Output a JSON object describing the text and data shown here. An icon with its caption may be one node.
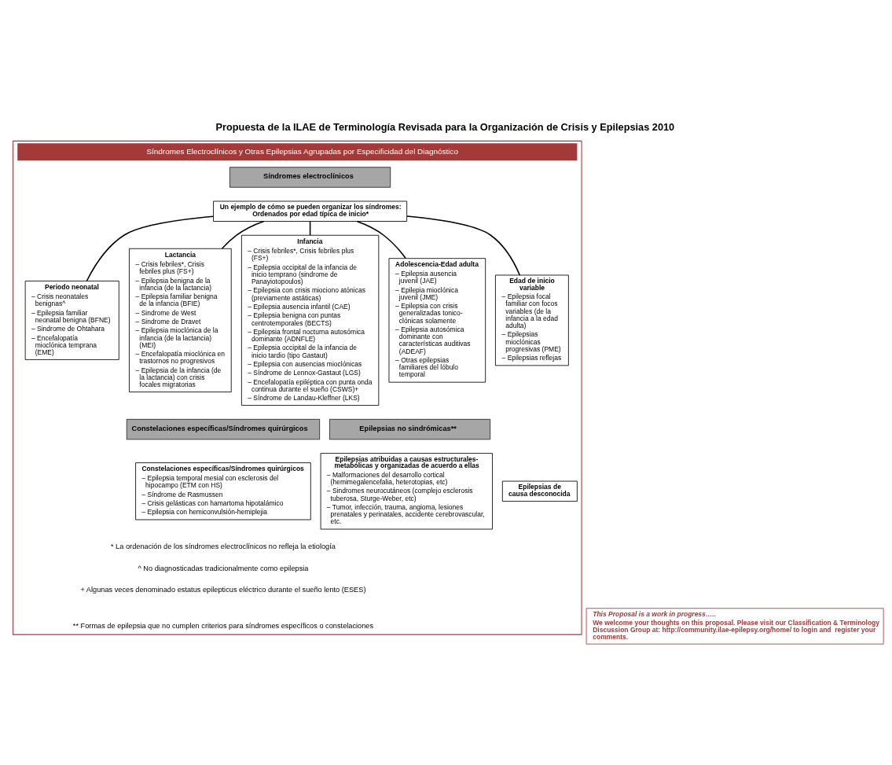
{
  "diagram": {
    "title": "Propuesta de la ILAE de Terminología Revisada para la Organización de Crisis y Epilepsias 2010",
    "nodes": [
      {
        "text": [
          "Síndromes Electroclínicos y Otras Epilepsias Agrupadas por Especificidad del Diagnóstico"
        ]
      },
      {
        "text": [
          "Síndromes electroclínicos"
        ],
        "in": 0
      },
      {
        "text": [
          "Un ejemplo de cómo se pueden organizar los síndromes: Ordenados por edad típica de inicio*"
        ],
        "in": 0
      },
      {
        "text": [
          "Periodo neonatal",
          "– Crisis neonatales benignas^",
          "– Epilepsia familiar neonatal benigna (BFNE)",
          "– Sindrome de Ohtahara",
          "– Encefalopatía mioclónica temprana (EME)"
        ],
        "in": 0
      },
      {
        "text": [
          "Lactancia",
          "– Crisis febriles*, Crisis febriles plus (FS+)",
          "– Epilepsia benigna de la infancia (de la lactancia)",
          "– Epilepsia familiar benigna de la infancia (BFIE)",
          "– Sindrome de West",
          "– Sindrome de Dravet",
          "– Epilepsia mioclónica de la infancia (de la lactancia) (MEI)",
          "– Encefalopatía mioclónica en trastornos no progresivos",
          "– Epilepsia de la infancia (de la lactancia) con crisis focales migratorias"
        ],
        "in": 0
      },
      {
        "text": [
          "Infancia",
          "– Crisis febriles*, Crisis febriles plus (FS+)",
          "– Epilepsia occipital de la infancia de inicio temprano (sindrome de Panayiotopoulos)",
          "– Epilepsia con crisis miociono atónicas (previamente astáticas)",
          "– Epilepsia ausencia infantil (CAE)",
          "– Epilepsia benigna con puntas centrotemporales (BECTS)",
          "– Epilepsia frontal nocturna autosómica dominante (ADNFLE)",
          "– Epilepsia occipital de la infancia de inicio tardio (tipo Gastaut)",
          "– Epilepsia con ausencias mioclónicas",
          "– Síndrome de Lennox-Gastaut (LGS)",
          "– Encefalopatía epiléptica con punta onda continua durante el sueño (CSWS)+",
          "– Síndrome de Landau-Kleffner (LKS)"
        ],
        "in": 0
      },
      {
        "text": [
          "Adolescencia-Edad adulta",
          "– Epilepsia ausencia juvenil (JAE)",
          "– Epilepia mioclónica juvenil (JME)",
          "– Epilepsia con crisis generalizadas tonico-clónicas solamente",
          "– Epilepsia autosómica dominante con características auditivas (ADEAF)",
          "– Otras epilepsias familiares del lóbulo temporal"
        ],
        "in": 0
      },
      {
        "text": [
          "Edad de inicio variable",
          "– Epilepsia focal familiar con focos variables (de la infancia a la edad adulta)",
          "– Epilepsias mioclónicas progresivas (PME)",
          "– Epilepsias reflejas"
        ],
        "in": 0
      },
      {
        "text": [
          "Constelaciones específicas/Síndromes quirúrgicos"
        ],
        "in": 0
      },
      {
        "text": [
          "Constelaciones específicas/Síndromes quirúrgicos",
          "– Epilepsia temporal mesial con esclerosis del hipocampo (ETM con HS)",
          "– Síndrome de Rasmussen",
          "– Crisis gelásticas con hamartoma hipotalámico",
          "– Epilepsia con hemiconvulsión-hemiplejia"
        ],
        "in": 0
      },
      {
        "text": [
          "Epilepsias no sindrómicas**"
        ],
        "in": 0
      },
      {
        "text": [
          "Epilepsias atribuidas a causas estructurales-metabólicas y organizadas de acuerdo a ellas",
          "– Malformaciones del desarrollo cortical (hemimegalencefalia, heterotopias, etc)",
          "– Sindromes neurocutáneos (complejo esclerosis tuberosa, Sturge-Weber, etc)",
          "– Tumor, infección, trauma, angioma, lesiones prenatales y perinatales, accidente cerebrovascular, etc."
        ],
        "in": 0
      },
      {
        "text": [
          "Epilepsias de causa desconocida"
        ],
        "in": 0
      },
      {
        "text": [
          "This Proposal is a work in progress…..",
          "We welcome your thoughts on this proposal. Please visit our Classification & Terminology Discussion Group at: http://community.ilae-epilepsy.org/home/ to login and  register your comments."
        ]
      }
    ],
    "edges": [
      {
        "from": 2,
        "to": 3,
        "arrow": "none"
      },
      {
        "from": 2,
        "to": 4,
        "arrow": "none"
      },
      {
        "from": 2,
        "to": 5,
        "arrow": "none"
      },
      {
        "from": 2,
        "to": 6,
        "arrow": "none"
      },
      {
        "from": 2,
        "to": 7,
        "arrow": "none"
      }
    ],
    "labels": [
      "* La ordenación de los síndromes electroclínicos no refleja la etiología",
      "^ No diagnosticadas tradicionalmente como epilepsia",
      "+ Algunas veces denominado estatus epilepticus eléctrico durante el sueño lento (ESES)",
      "** Formas de epilepsia que no cumplen criterios para síndromes específicos o constelaciones"
    ]
  }
}
